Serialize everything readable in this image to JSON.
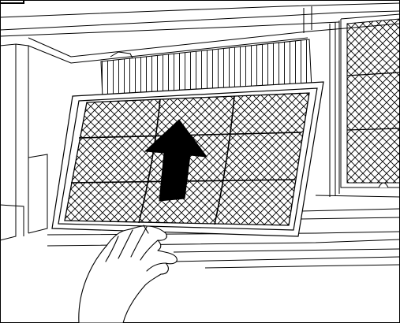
{
  "figure": {
    "description": "",
    "colors": {
      "stroke": "#000000",
      "arrow_fill": "#000000",
      "background": "#ffffff"
    },
    "arrow_direction": "up",
    "filters": {
      "front_filter_cells": {
        "columns": 3,
        "rows": 3
      },
      "rear_filter_cells": {
        "columns": 2,
        "rows": 3
      }
    }
  }
}
